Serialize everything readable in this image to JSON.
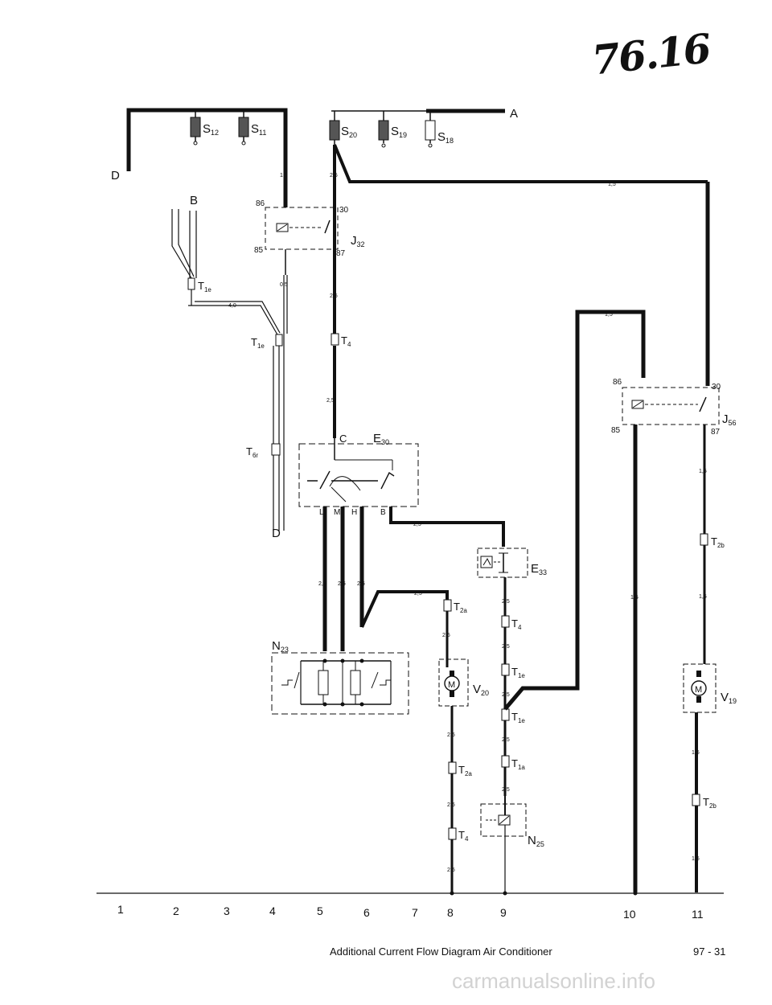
{
  "header": {
    "handwritten_note": "76.16"
  },
  "terminals": {
    "A": "A",
    "B": "B",
    "C": "C",
    "D_top": "D",
    "D_bottom": "D"
  },
  "fuses": [
    {
      "base": "S",
      "sub": "12"
    },
    {
      "base": "S",
      "sub": "11"
    },
    {
      "base": "S",
      "sub": "20"
    },
    {
      "base": "S",
      "sub": "19"
    },
    {
      "base": "S",
      "sub": "18"
    }
  ],
  "relays": {
    "J32": {
      "base": "J",
      "sub": "32",
      "pins": [
        "86",
        "30",
        "85",
        "87"
      ]
    },
    "J56": {
      "base": "J",
      "sub": "56",
      "pins": [
        "86",
        "30",
        "85",
        "87"
      ]
    }
  },
  "components": {
    "E30": {
      "base": "E",
      "sub": "30"
    },
    "E33": {
      "base": "E",
      "sub": "33"
    },
    "N23": {
      "base": "N",
      "sub": "23"
    },
    "N25": {
      "base": "N",
      "sub": "25"
    },
    "V20": {
      "base": "V",
      "sub": "20"
    },
    "V19": {
      "base": "V",
      "sub": "19"
    },
    "motor_symbol": "M"
  },
  "connectors": {
    "T1e_a": {
      "base": "T",
      "sub": "1e"
    },
    "T1e_b": {
      "base": "T",
      "sub": "1e"
    },
    "T4_a": {
      "base": "T",
      "sub": "4"
    },
    "T6r": {
      "base": "T",
      "sub": "6r"
    },
    "T2b_a": {
      "base": "T",
      "sub": "2b"
    },
    "T2a_a": {
      "base": "T",
      "sub": "2a"
    },
    "T4_b": {
      "base": "T",
      "sub": "4"
    },
    "T1e_c": {
      "base": "T",
      "sub": "1e"
    },
    "T1e_d": {
      "base": "T",
      "sub": "1e"
    },
    "T2a_b": {
      "base": "T",
      "sub": "2a"
    },
    "T1a": {
      "base": "T",
      "sub": "1a"
    },
    "T4_c": {
      "base": "T",
      "sub": "4"
    },
    "T2b_b": {
      "base": "T",
      "sub": "2b"
    }
  },
  "switch_positions": [
    "L",
    "M",
    "H",
    "B"
  ],
  "wire_sizes": {
    "w1_0": "1,0",
    "w4_0": "4,0",
    "w0_5": "0,5",
    "w2_5": "2,5",
    "w1_5": "1,5"
  },
  "grid_numbers": [
    "1",
    "2",
    "3",
    "4",
    "5",
    "6",
    "7",
    "8",
    "9",
    "10",
    "11"
  ],
  "footer": {
    "caption": "Additional Current Flow Diagram Air Conditioner",
    "page_number": "97 - 31"
  },
  "watermark": "carmanualsonline.info"
}
